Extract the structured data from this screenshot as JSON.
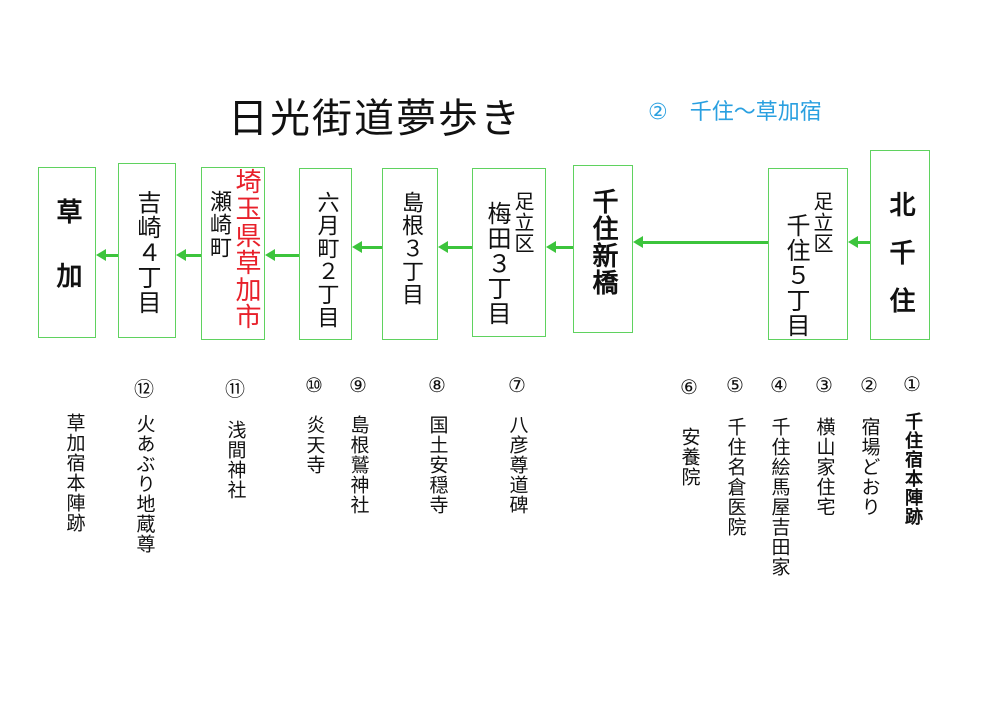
{
  "title": "日光街道夢歩き",
  "subtitle": {
    "number": "②",
    "text": "千住～草加宿"
  },
  "stations": [
    {
      "id": "kitasenju",
      "lines": [
        "北千住"
      ]
    },
    {
      "id": "senju5",
      "lines": [
        "足立区",
        "千住５丁目"
      ]
    },
    {
      "id": "senjushinbashi",
      "lines": [
        "千住新橋"
      ]
    },
    {
      "id": "umeda3",
      "lines": [
        "足立区",
        "梅田３丁目"
      ]
    },
    {
      "id": "shimane3",
      "lines": [
        "島根３丁目"
      ]
    },
    {
      "id": "rokugatsu2",
      "lines": [
        "六月町２丁目"
      ]
    },
    {
      "id": "sezaki",
      "lines": [
        "埼玉県草加市",
        "瀬崎町"
      ]
    },
    {
      "id": "yoshizaki4",
      "lines": [
        "吉崎４丁目"
      ]
    },
    {
      "id": "soka",
      "lines": [
        "草加"
      ]
    }
  ],
  "landmarks": [
    {
      "number": "①",
      "name": "千住宿本陣跡"
    },
    {
      "number": "②",
      "name": "宿場どおり"
    },
    {
      "number": "③",
      "name": "横山家住宅"
    },
    {
      "number": "④",
      "name": "千住絵馬屋吉田家"
    },
    {
      "number": "⑤",
      "name": "千住名倉医院"
    },
    {
      "number": "⑥",
      "name": "安養院"
    },
    {
      "number": "⑦",
      "name": "八彦尊道碑"
    },
    {
      "number": "⑧",
      "name": "国土安穏寺"
    },
    {
      "number": "⑨",
      "name": "島根鷲神社"
    },
    {
      "number": "⑩",
      "name": "炎天寺"
    },
    {
      "number": "⑪",
      "name": "浅間神社"
    },
    {
      "number": "⑫",
      "name": "火あぶり地蔵尊"
    },
    {
      "number": "",
      "name": "草加宿本陣跡"
    }
  ],
  "colors": {
    "box_border": "#5fd25f",
    "arrow": "#3cc43c",
    "highlight": "#e8202a",
    "subtitle": "#2aa0e0"
  }
}
